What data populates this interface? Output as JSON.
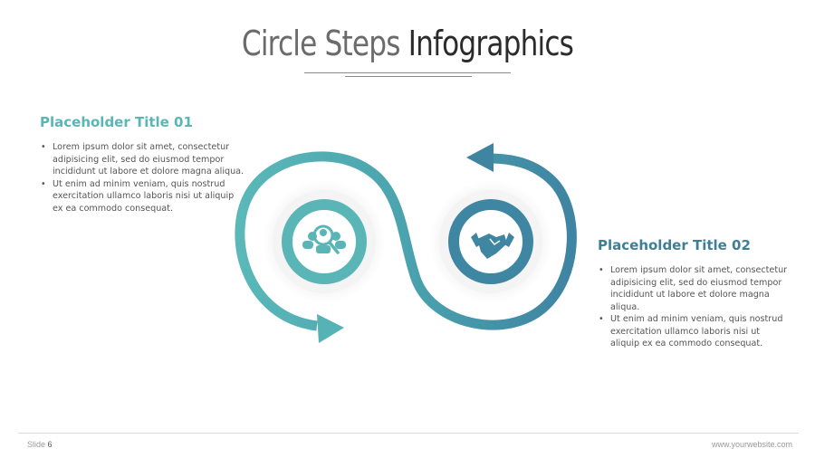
{
  "slide": {
    "title_part1": "Circle Steps",
    "title_part2": "Infographics"
  },
  "steps": [
    {
      "title": "Placeholder Title 01",
      "color": "#5ab5b7",
      "icon": "user-search-icon",
      "bullets": [
        "Lorem ipsum dolor sit amet, consectetur adipisicing elit, sed do eiusmod tempor incididunt ut labore et dolore magna aliqua.",
        "Ut enim ad minim veniam, quis nostrud exercitation ullamco laboris nisi ut aliquip ex ea commodo consequat."
      ]
    },
    {
      "title": "Placeholder Title 02",
      "color": "#3f86a3",
      "icon": "handshake-icon",
      "bullets": [
        "Lorem ipsum dolor sit amet, consectetur adipisicing elit, sed do eiusmod tempor incididunt ut labore et dolore magna aliqua.",
        "Ut enim ad minim veniam, quis nostrud exercitation ullamco laboris nisi ut aliquip ex ea commodo consequat."
      ]
    }
  ],
  "footer": {
    "slide_label": "Slide",
    "slide_number": "6",
    "website": "www.yourwebsite.com"
  }
}
